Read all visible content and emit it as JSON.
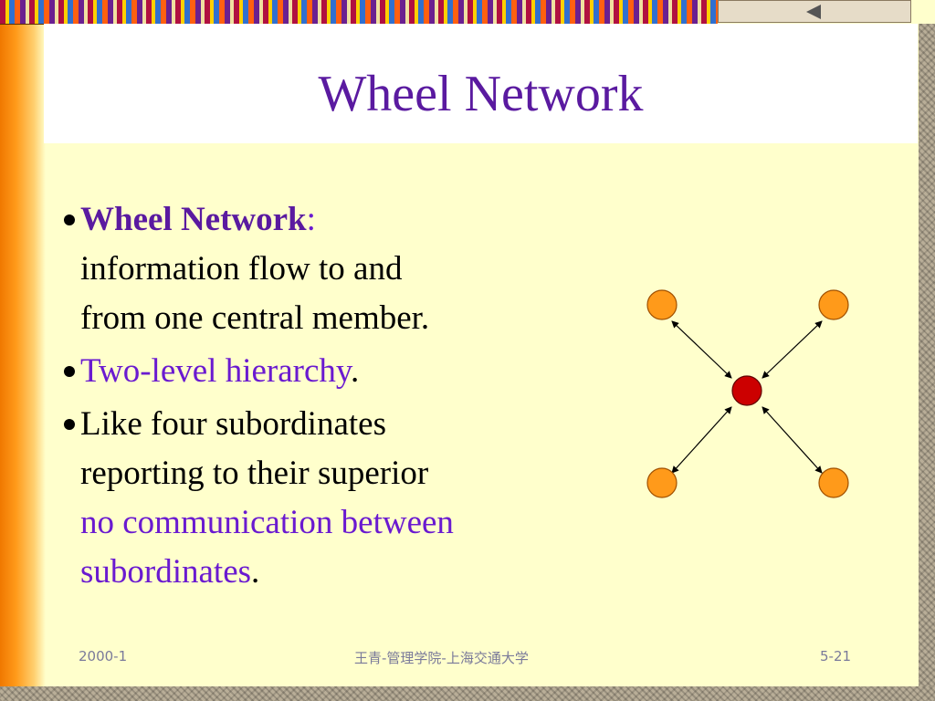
{
  "slide": {
    "title": "Wheel Network",
    "bullets": [
      {
        "bold_label": "Wheel Network",
        "colon": ":",
        "line1": "information flow to and",
        "line2": "from one central member."
      },
      {
        "highlight": "Two-level hierarchy",
        "period": "."
      },
      {
        "line1": "Like four subordinates",
        "line2": "reporting to their superior",
        "highlight_line1": "no communication between",
        "highlight_line2": "subordinates",
        "period": "."
      }
    ],
    "footer": {
      "left": "2000-1",
      "center": "王青-管理学院-上海交通大学",
      "right": "5-21"
    }
  },
  "diagram": {
    "center_node_color": "#cc0000",
    "outer_node_color": "#ff9a1a",
    "outer_nodes": [
      "top-left",
      "top-right",
      "bottom-left",
      "bottom-right"
    ]
  },
  "nav": {
    "back_icon": "back-arrow-icon"
  },
  "colors": {
    "title": "#5a1aa0",
    "highlight": "#6a1ad0",
    "background": "#ffffcc"
  }
}
